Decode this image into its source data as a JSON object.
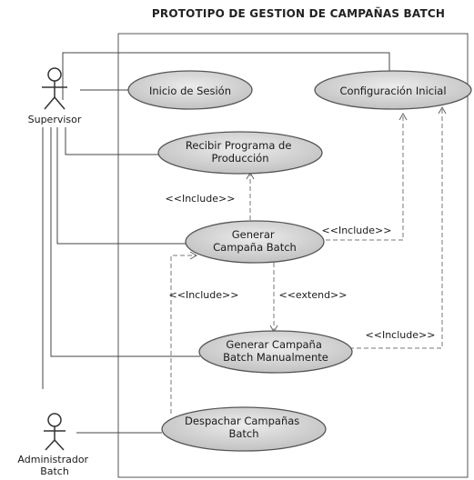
{
  "title": "PROTOTIPO DE GESTION DE CAMPAÑAS BATCH",
  "actors": {
    "supervisor": "Supervisor",
    "administrador": [
      "Administrador",
      "Batch"
    ]
  },
  "use_cases": {
    "inicio_sesion": [
      "Inicio de Sesión"
    ],
    "configuracion_inicial": [
      "Configuración Inicial"
    ],
    "recibir_programa": [
      "Recibir Programa de",
      "Producción"
    ],
    "generar_campana": [
      "Generar",
      "Campaña Batch"
    ],
    "generar_manual": [
      "Generar Campaña",
      "Batch Manualmente"
    ],
    "despachar": [
      "Despachar Campañas",
      "Batch"
    ]
  },
  "relations": {
    "include_recibir": "<<Include>>",
    "include_config": "<<Include>>",
    "include_despachar": "<<Include>>",
    "extend_manual": "<<extend>>",
    "include_manual_config": "<<Include>>"
  },
  "colors": {
    "ellipse_fill": "#d4d4d4",
    "ellipse_stroke": "#555555",
    "line": "#444444",
    "dashed": "#777777",
    "boundary": "#555555"
  }
}
